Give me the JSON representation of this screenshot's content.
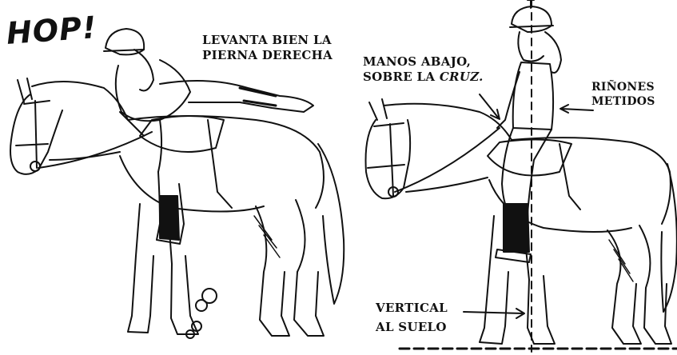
{
  "scene": {
    "exclamation": "HOP!",
    "left_label": {
      "line1": "LEVANTA BIEN LA",
      "line2": "PIERNA DERECHA"
    },
    "hands_label": {
      "line1": "MANOS ABAJO,",
      "line2_prefix": "SOBRE LA ",
      "line2_emph": "CRUZ."
    },
    "back_label": {
      "line1": "RIÑONES",
      "line2": "METIDOS"
    },
    "vertical_label": {
      "line1": "VERTICAL",
      "line2": "AL SUELO"
    }
  },
  "colors": {
    "ink": "#111111",
    "paper": "#ffffff"
  }
}
